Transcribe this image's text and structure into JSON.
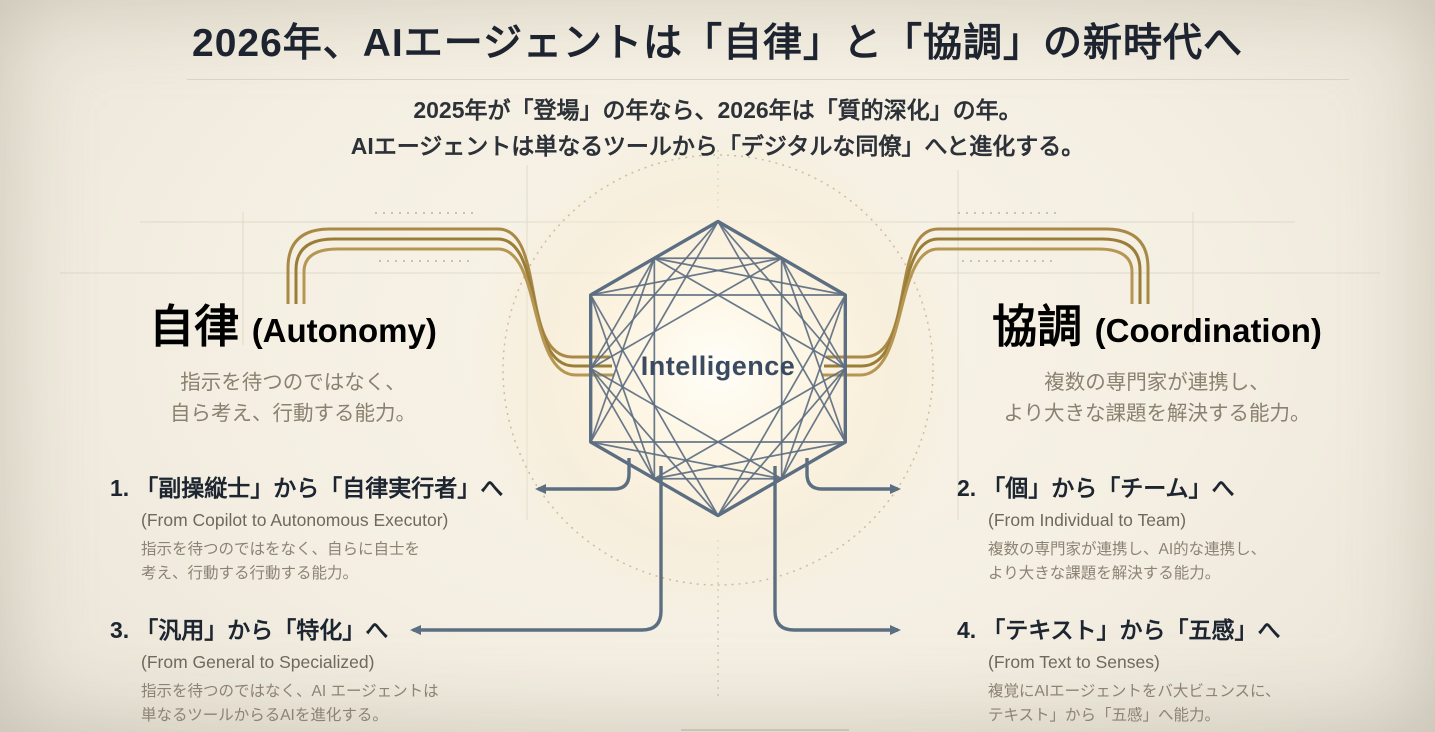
{
  "title": "2026年、AIエージェントは「自律」と「協調」の新時代へ",
  "subtitle": {
    "line1": "2025年が「登場」の年なら、2026年は「質的深化」の年。",
    "line2": "AIエージェントは単なるツールから「デジタルな同僚」へと進化する。"
  },
  "center": {
    "label": "Intelligence"
  },
  "left_pillar": {
    "kanji": "自律",
    "english": "(Autonomy)",
    "desc_line1": "指示を待つのではなく、",
    "desc_line2": "自ら考え、行動する能力。"
  },
  "right_pillar": {
    "kanji": "協調",
    "english": "(Coordination)",
    "desc_line1": "複数の専門家が連携し、",
    "desc_line2": "より大きな課題を解決する能力。"
  },
  "points": [
    {
      "number": "1.",
      "title": "「副操縦士」から「自律実行者」へ",
      "english": "(From Copilot to Autonomous Executor)",
      "desc_line1": "指示を待つのではをなく、自らに自士を",
      "desc_line2": "考え、行動する行動する能力。"
    },
    {
      "number": "2.",
      "title": "「個」から「チーム」へ",
      "english": "(From Individual to Team)",
      "desc_line1": "複数の専門家が連携し、AI的な連携し、",
      "desc_line2": "より大きな課題を解決する能力。"
    },
    {
      "number": "3.",
      "title": "「汎用」から「特化」へ",
      "english": "(From General to Specialized)",
      "desc_line1": "指示を待つのではなく、AI エージェントは",
      "desc_line2": "単なるツールからるAIを進化する。"
    },
    {
      "number": "4.",
      "title": "「テキスト」から「五感」へ",
      "english": "(From Text to Senses)",
      "desc_line1": "複覚にAIエージェントをバ大ビュンスに、",
      "desc_line2": "テキスト」から「五感」へ能力。"
    }
  ],
  "colors": {
    "background": "#f4efe2",
    "title_text": "#1d2430",
    "body_text": "#8b8170",
    "accent_gold": "#a5843e",
    "diagram_slate": "#5c6e82",
    "hexagon_line": "#5d6e81",
    "center_label_text": "#3a4b61",
    "grid_line": "#cfc8b4",
    "dotted_circle": "#c4b08a"
  }
}
